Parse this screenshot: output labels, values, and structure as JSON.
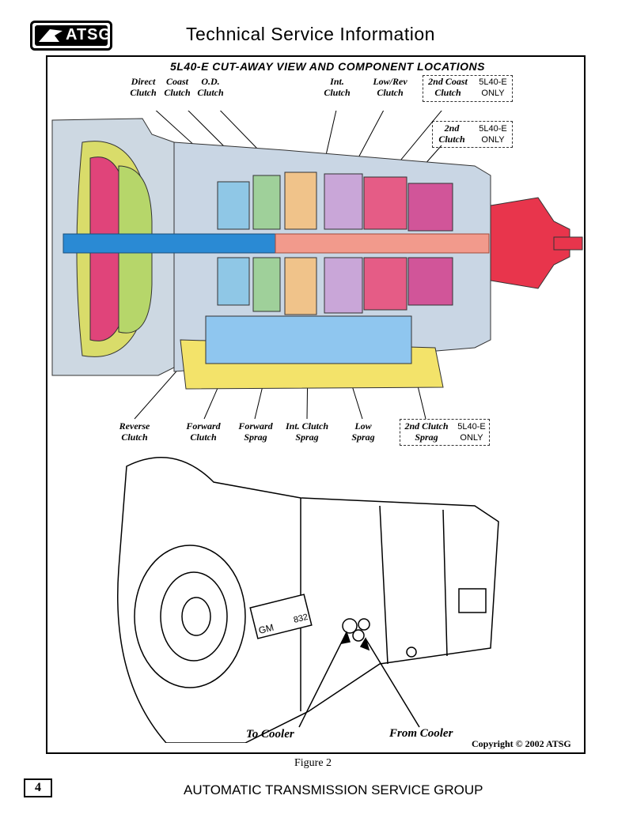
{
  "header": {
    "logo_text": "ATSG",
    "title": "Technical Service Information"
  },
  "diagram": {
    "title": "5L40-E CUT-AWAY VIEW AND COMPONENT LOCATIONS",
    "top_labels": [
      {
        "line1": "Direct",
        "line2": "Clutch"
      },
      {
        "line1": "Coast",
        "line2": "Clutch"
      },
      {
        "line1": "O.D.",
        "line2": "Clutch"
      },
      {
        "line1": "Int.",
        "line2": "Clutch"
      },
      {
        "line1": "Low/Rev",
        "line2": "Clutch"
      },
      {
        "line1": "2nd Coast",
        "line2": "Clutch",
        "note": "5L40-E ONLY"
      },
      {
        "line1": "2nd",
        "line2": "Clutch",
        "note": "5L40-E ONLY"
      }
    ],
    "bottom_labels": [
      {
        "line1": "Reverse",
        "line2": "Clutch"
      },
      {
        "line1": "Forward",
        "line2": "Clutch"
      },
      {
        "line1": "Forward",
        "line2": "Sprag"
      },
      {
        "line1": "Int. Clutch",
        "line2": "Sprag"
      },
      {
        "line1": "Low",
        "line2": "Sprag"
      },
      {
        "line1": "2nd Clutch",
        "line2": "Sprag",
        "note": "5L40-E ONLY"
      }
    ],
    "note_line1": "5L40-E",
    "note_line2": "ONLY",
    "cooler_labels": {
      "to": "To Cooler",
      "from": "From Cooler"
    },
    "case_text": "832",
    "case_brand": "GM",
    "copyright": "Copyright © 2002 ATSG",
    "figure_caption": "Figure 2"
  },
  "footer": {
    "page_number": "4",
    "org": "AUTOMATIC TRANSMISSION SERVICE GROUP"
  }
}
